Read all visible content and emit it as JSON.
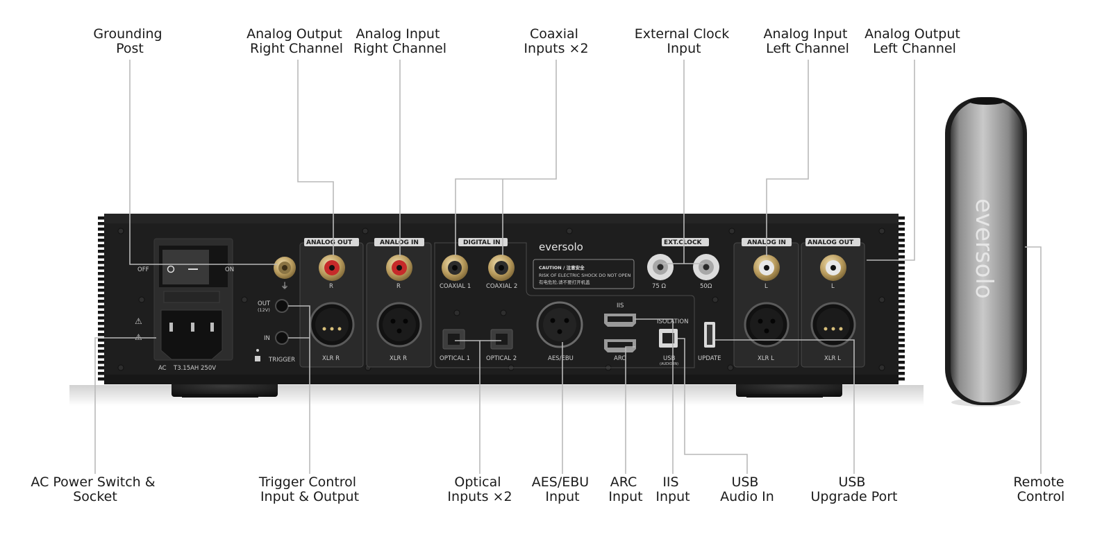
{
  "callouts": {
    "grounding_post": [
      "Grounding",
      "Post"
    ],
    "analog_output_right": [
      "Analog Output",
      "Right Channel"
    ],
    "analog_input_right": [
      "Analog Input",
      "Right Channel"
    ],
    "coaxial_inputs": [
      "Coaxial",
      "Inputs ×2"
    ],
    "external_clock": [
      "External Clock",
      "Input"
    ],
    "analog_input_left": [
      "Analog Input",
      "Left Channel"
    ],
    "analog_output_left": [
      "Analog Output",
      "Left Channel"
    ],
    "ac_power": [
      "AC Power Switch &",
      "Socket"
    ],
    "trigger": [
      "Trigger Control",
      "Input & Output"
    ],
    "optical_inputs": [
      "Optical",
      "Inputs ×2"
    ],
    "aes_ebu": [
      "AES/EBU",
      "Input"
    ],
    "arc": [
      "ARC",
      "Input"
    ],
    "iis": [
      "IIS",
      "Input"
    ],
    "usb_audio": [
      "USB",
      "Audio In"
    ],
    "usb_upgrade": [
      "USB",
      "Upgrade Port"
    ],
    "remote": [
      "Remote",
      "Control"
    ]
  },
  "panel": {
    "brand": "eversolo",
    "section_labels": {
      "analog_out": "ANALOG OUT",
      "analog_in": "ANALOG IN",
      "digital_in": "DIGITAL IN",
      "ext_clock": "EXT.CLOCK"
    },
    "port_labels": {
      "off": "OFF",
      "on": "ON",
      "ac": "AC",
      "fuse": "T3.15AH 250V",
      "trigger_out": "OUT",
      "trigger_out_sub": "(12V)",
      "trigger_in": "IN",
      "trigger": "TRIGGER",
      "r": "R",
      "l": "L",
      "xlr_r": "XLR R",
      "xlr_l": "XLR L",
      "coaxial_1": "COAXIAL 1",
      "coaxial_2": "COAXIAL 2",
      "optical_1": "OPTICAL 1",
      "optical_2": "OPTICAL 2",
      "aes_ebu": "AES/EBU",
      "iis": "IIS",
      "arc": "ARC",
      "isolation": "ISOLATION",
      "usb": "USB",
      "usb_sub": "(AUDIO IN)",
      "update": "UPDATE",
      "clock_75": "75 Ω",
      "clock_50": "50Ω"
    },
    "caution": {
      "title": "CAUTION / 注意安全",
      "line1": "RISK OF ELECTRIC SHOCK DO NOT OPEN",
      "line2": "有电危险,请不要打开机盖"
    }
  },
  "remote": {
    "brand": "eversolo"
  },
  "colors": {
    "chassis": "#1e1e1e",
    "leader": "#b9b9b9",
    "rca_red": "#c62a2a",
    "rca_white": "#e8e8e8",
    "gold": "#c9b07a",
    "remote_silver": "#9c9c9c"
  }
}
